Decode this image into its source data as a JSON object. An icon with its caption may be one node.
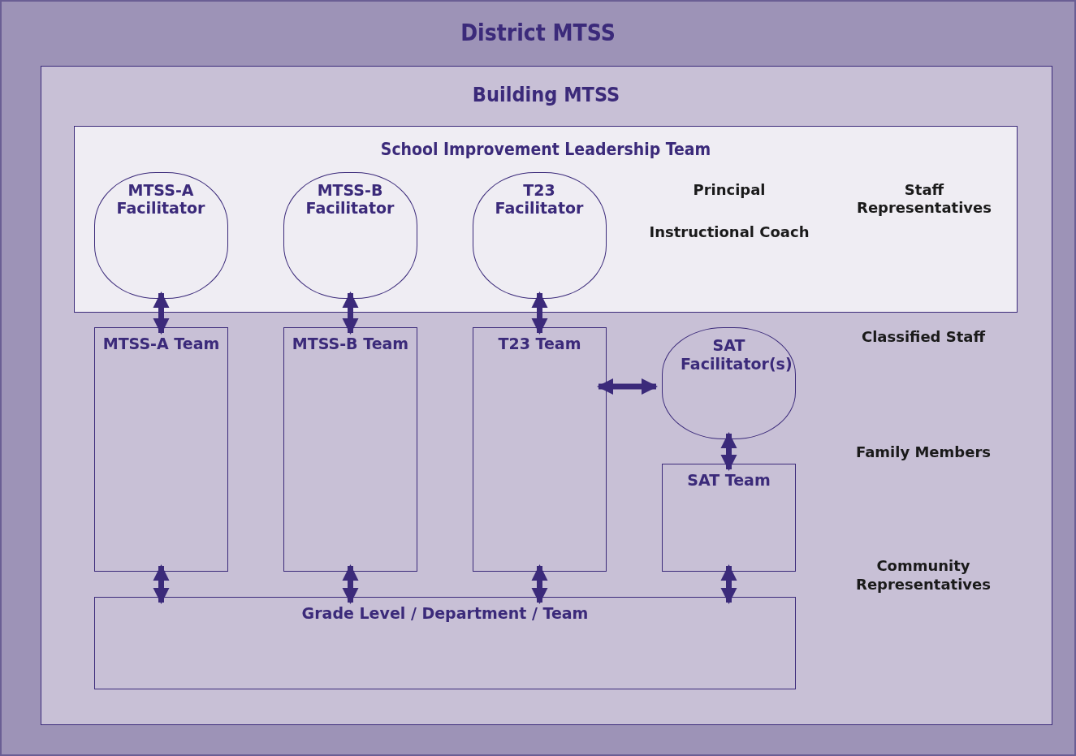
{
  "diagram": {
    "nodes": [
      {
        "text": [
          "District MTSS"
        ]
      },
      {
        "text": [
          "Building MTSS"
        ],
        "in": 0
      },
      {
        "text": [
          "School Improvement Leadership Team",
          "Principal",
          "Instructional Coach",
          "Staff Representatives"
        ],
        "in": 1
      },
      {
        "text": [
          "MTSS-A Facilitator"
        ],
        "in": 2
      },
      {
        "text": [
          "MTSS-B Facilitator"
        ],
        "in": 2
      },
      {
        "text": [
          "T23 Facilitator"
        ],
        "in": 2
      },
      {
        "text": [
          "MTSS-A Team"
        ],
        "in": 1
      },
      {
        "text": [
          "MTSS-B Team"
        ],
        "in": 1
      },
      {
        "text": [
          "T23 Team"
        ],
        "in": 1
      },
      {
        "text": [
          "SAT Facilitator(s)"
        ],
        "in": 1
      },
      {
        "text": [
          "SAT Team"
        ],
        "in": 1
      },
      {
        "text": [
          "Grade Level / Department / Team"
        ],
        "in": 1
      }
    ],
    "edges": [
      {
        "from": 3,
        "to": 6,
        "arrow": "both"
      },
      {
        "from": 4,
        "to": 7,
        "arrow": "both"
      },
      {
        "from": 5,
        "to": 8,
        "arrow": "both"
      },
      {
        "from": 8,
        "to": 9,
        "arrow": "both"
      },
      {
        "from": 9,
        "to": 10,
        "arrow": "both"
      },
      {
        "from": 6,
        "to": 11,
        "arrow": "both"
      },
      {
        "from": 7,
        "to": 11,
        "arrow": "both"
      },
      {
        "from": 8,
        "to": 11,
        "arrow": "both"
      },
      {
        "from": 10,
        "to": 11,
        "arrow": "both"
      }
    ],
    "labels": [
      "Classified Staff",
      "Family Members",
      "Community Representatives"
    ]
  }
}
